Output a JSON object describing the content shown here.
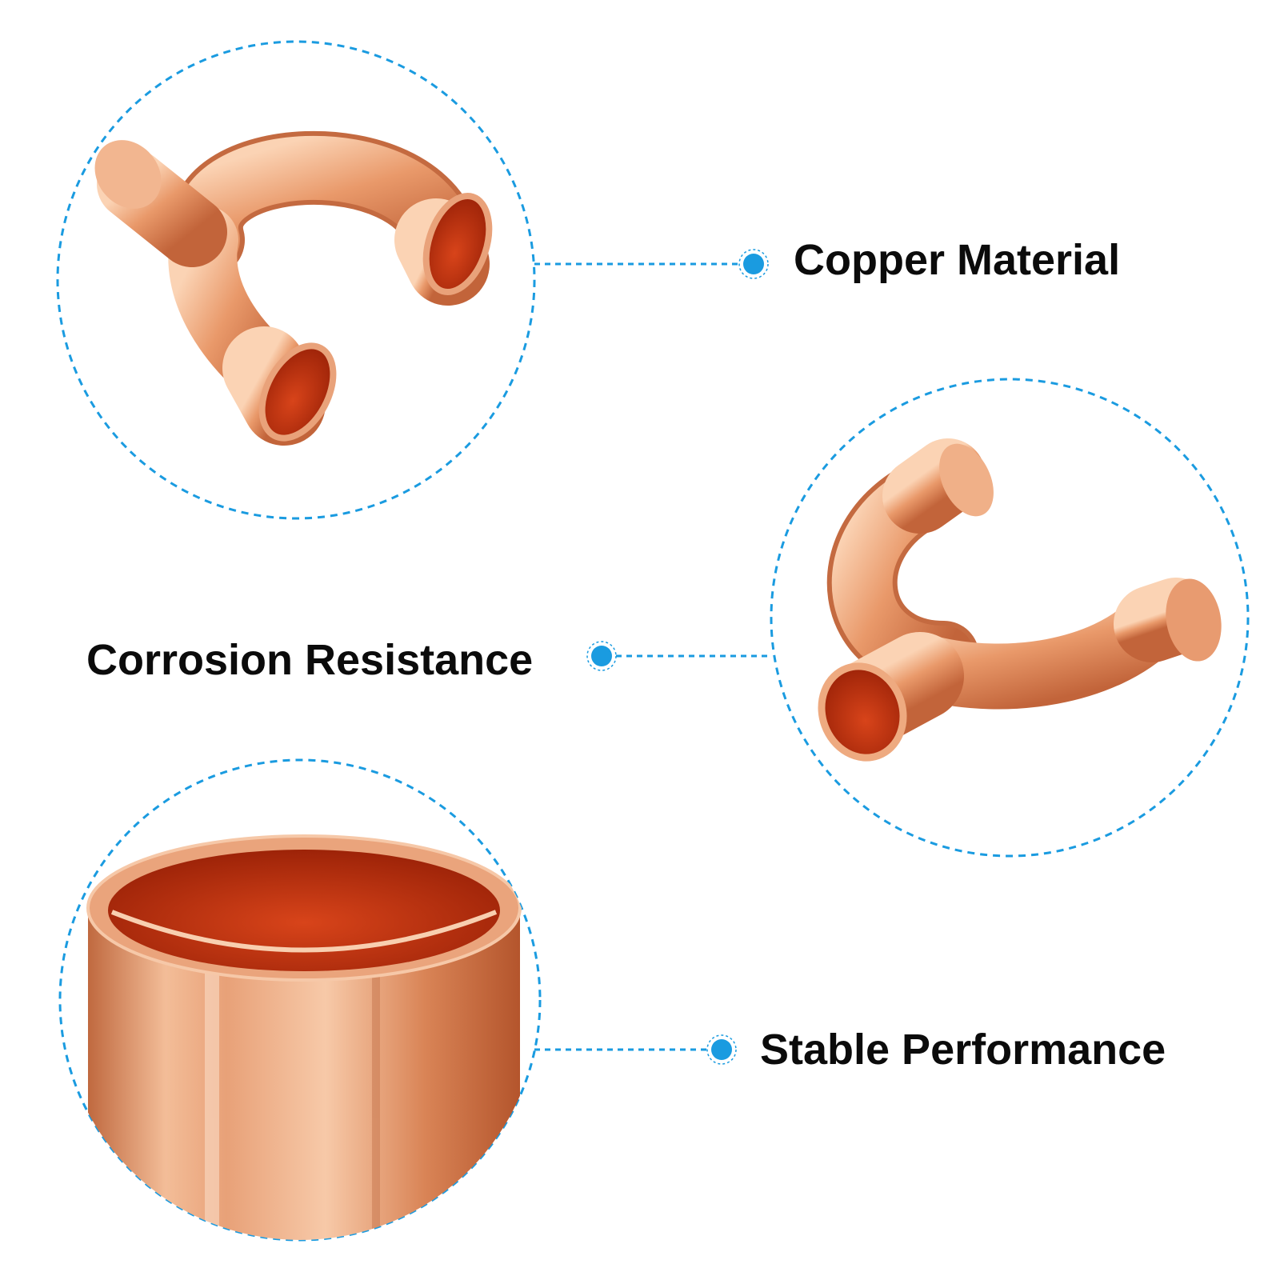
{
  "features": [
    {
      "label": "Copper Material"
    },
    {
      "label": "Corrosion Resistance"
    },
    {
      "label": "Stable Performance"
    }
  ],
  "colors": {
    "accent": "#1a9be0",
    "copper_light": "#f6c39e",
    "copper_mid": "#e08a5a",
    "copper_dark": "#b14a1e",
    "interior": "#c9310e",
    "text": "#0b0b0b"
  }
}
